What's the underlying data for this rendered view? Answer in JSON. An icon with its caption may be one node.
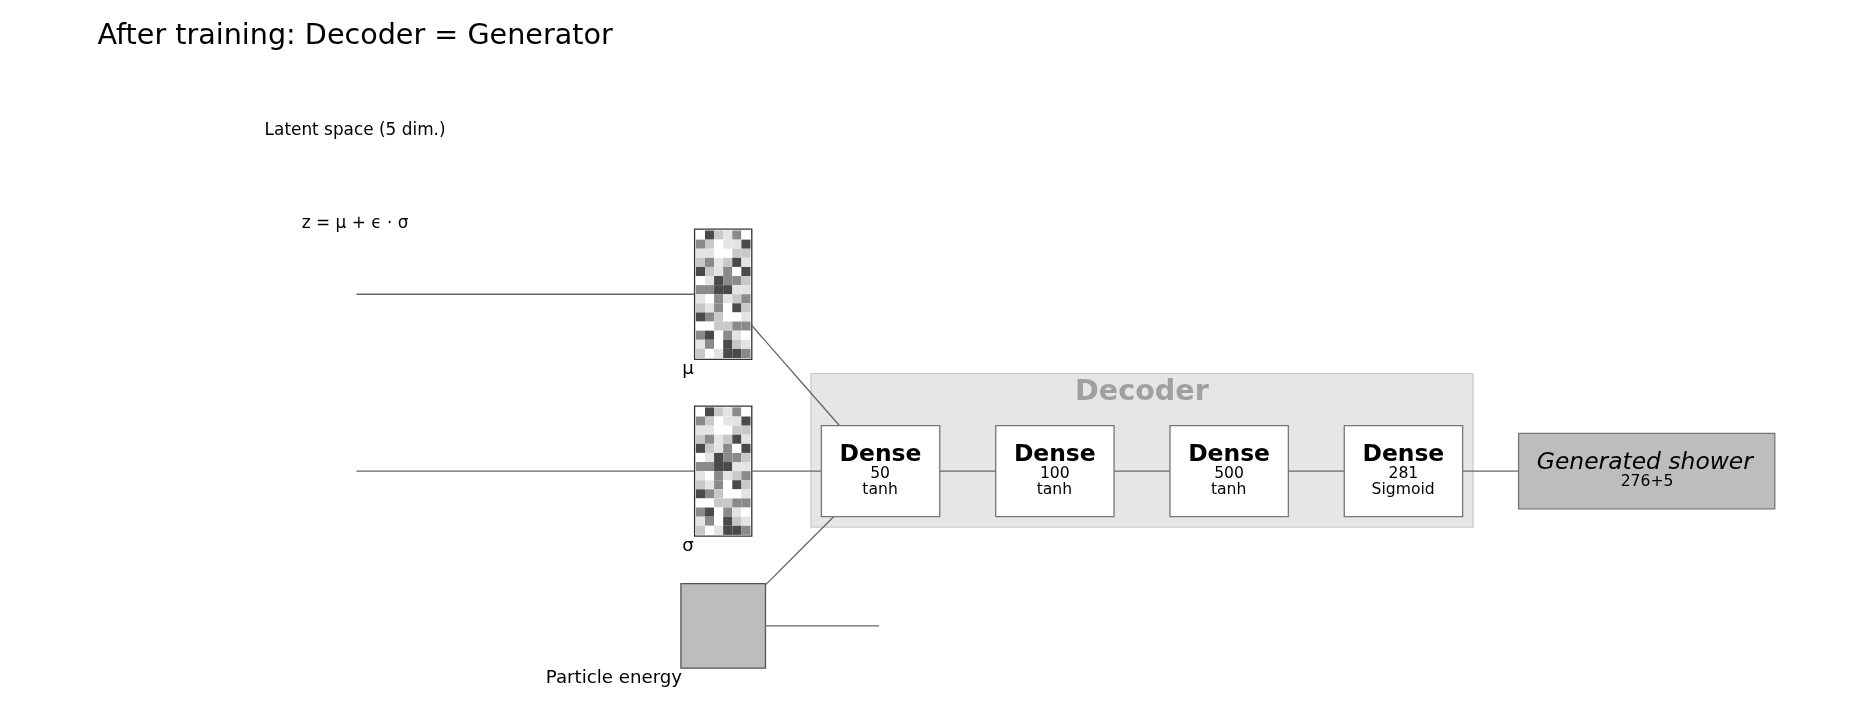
{
  "diagram": {
    "nodes": [
      {
        "text": [],
        "shape": "picture",
        "beside": [
          "μ"
        ]
      },
      {
        "text": [],
        "shape": "picture",
        "beside": [
          "σ"
        ]
      },
      {
        "text": [
          "Decoder"
        ]
      },
      {
        "text": [
          "Dense",
          "50",
          "tanh"
        ],
        "in": 2
      },
      {
        "text": [
          "Dense",
          "100",
          "tanh"
        ],
        "in": 2
      },
      {
        "text": [
          "Dense",
          "500",
          "tanh"
        ],
        "in": 2
      },
      {
        "text": [
          "Dense",
          "281",
          "Sigmoid"
        ],
        "in": 2
      },
      {
        "text": [
          "Generated shower",
          "276+5"
        ]
      },
      {
        "text": [],
        "shape": "box",
        "beside": [
          "Particle energy"
        ]
      }
    ],
    "edges": [
      {
        "from": null,
        "to": 0,
        "arrow": "none"
      },
      {
        "from": null,
        "to": 1,
        "arrow": "none"
      },
      {
        "from": 0,
        "to": 3,
        "arrow": "none"
      },
      {
        "from": 1,
        "to": 3,
        "arrow": "none"
      },
      {
        "from": 3,
        "to": 4,
        "arrow": "none"
      },
      {
        "from": 4,
        "to": 5,
        "arrow": "none"
      },
      {
        "from": 5,
        "to": 6,
        "arrow": "none"
      },
      {
        "from": 6,
        "to": 7,
        "arrow": "none"
      },
      {
        "from": 8,
        "to": 3,
        "arrow": "none"
      },
      {
        "from": 8,
        "to": null,
        "arrow": "none"
      }
    ],
    "labels": [
      "Latent space (5 dim.)",
      "z = μ + ϵ · σ",
      "After training: Decoder = Generator"
    ]
  }
}
